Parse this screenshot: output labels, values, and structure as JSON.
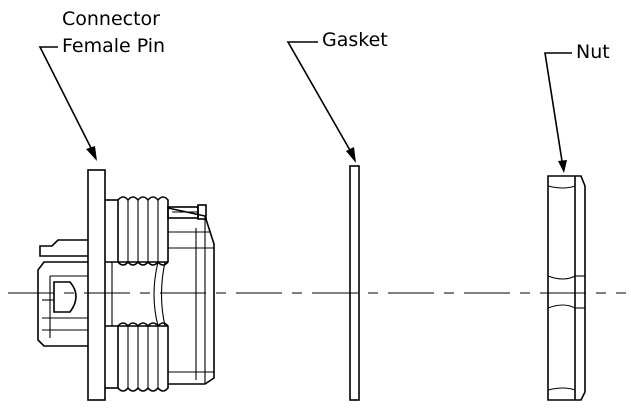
{
  "labels": {
    "connector_line1": "Connector",
    "connector_line2": "Female Pin",
    "gasket": "Gasket",
    "nut": "Nut"
  },
  "colors": {
    "line": "#000000",
    "background": "#ffffff"
  }
}
